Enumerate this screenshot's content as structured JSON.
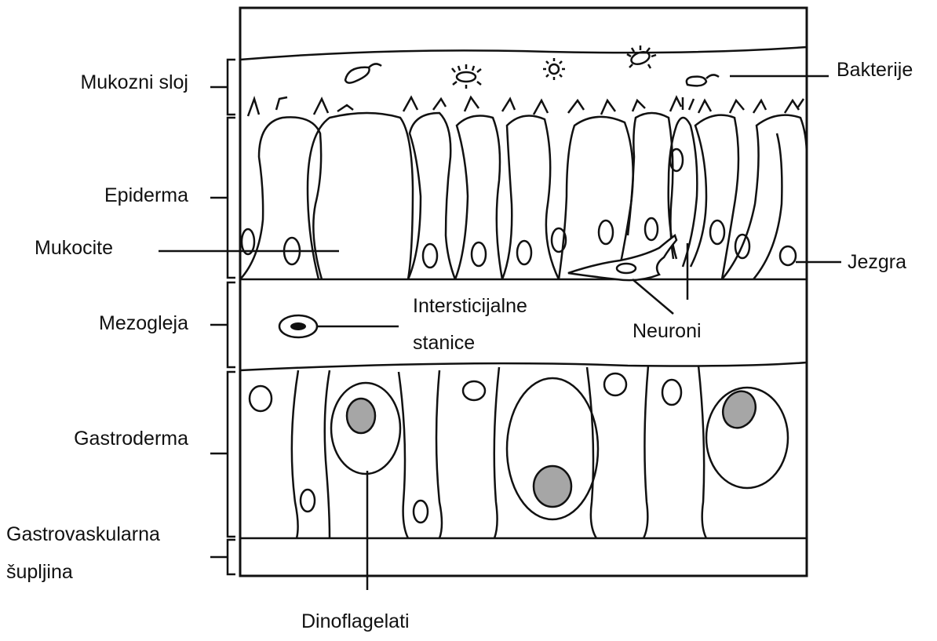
{
  "labels": {
    "mucus_layer": "Mukozni sloj",
    "epidermis": "Epiderma",
    "mucocytes": "Mukocite",
    "mesoglea": "Mezogleja",
    "gastrodermis": "Gastroderma",
    "gastrovascular_line1": "Gastrovaskularna",
    "gastrovascular_line2": "šupljina",
    "bacteria": "Bakterije",
    "nucleus": "Jezgra",
    "interstitial_line1": "Intersticijalne",
    "interstitial_line2": "stanice",
    "neurons": "Neuroni",
    "dinoflagellates": "Dinoflagelati"
  },
  "colors": {
    "line": "#111111",
    "background": "#ffffff",
    "dinoflagellate_fill": "#a6a6a6"
  }
}
